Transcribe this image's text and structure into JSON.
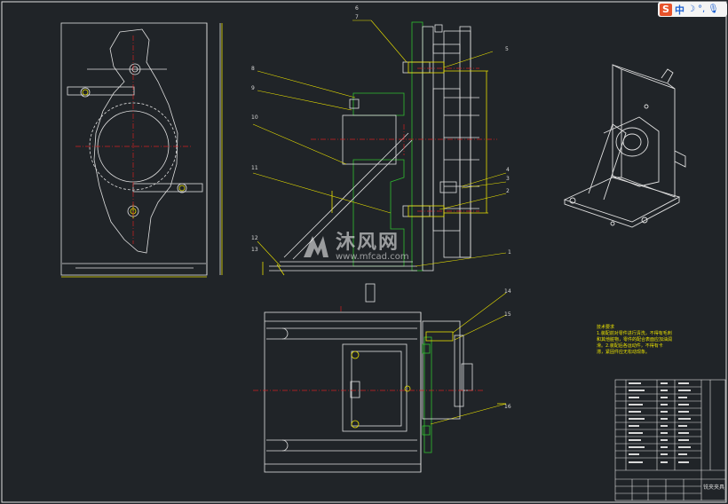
{
  "ime_toolbar": {
    "logo": "S",
    "lang": "中",
    "icons": [
      "moon-icon",
      "comma-icon",
      "microphone-icon"
    ]
  },
  "watermark": {
    "site_name": "沐风网",
    "url": "www.mfcad.com"
  },
  "balloons": [
    "6",
    "7",
    "5",
    "8",
    "9",
    "10",
    "11",
    "4",
    "3",
    "2",
    "12",
    "13",
    "1",
    "14",
    "15",
    "16"
  ],
  "title_block": {
    "drawing_name": "铣夹夹具"
  },
  "tech_requirements": {
    "heading": "技术要求",
    "lines": [
      "1.装配前对零件进行清洗，不得有毛刺",
      "和其他脏物，零件的配合表面应加油润",
      "滑。2.装配后各运动件，不得有卡",
      "滞，紧固件应无松动现象。"
    ]
  }
}
